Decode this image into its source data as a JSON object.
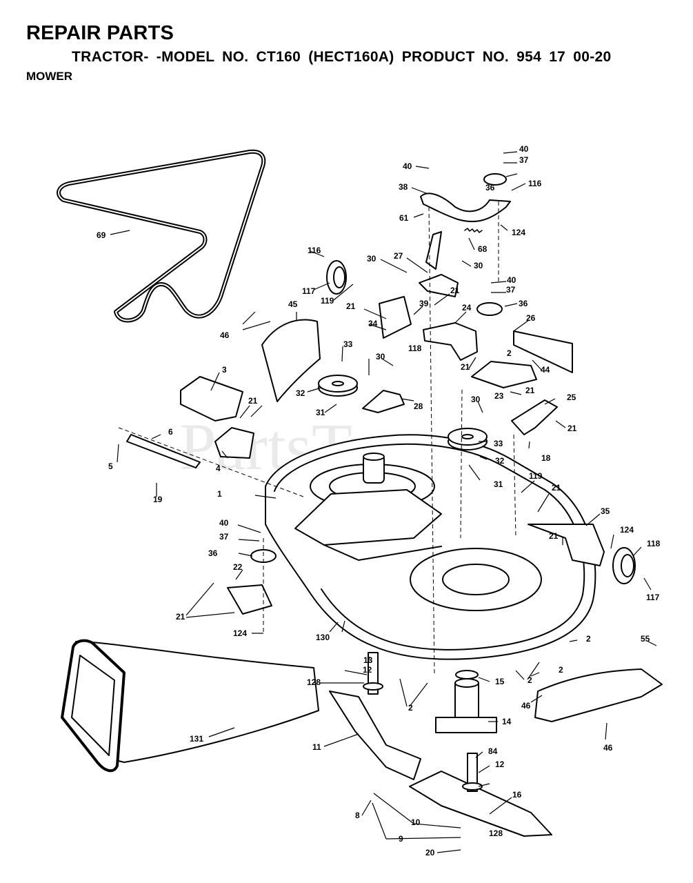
{
  "header": {
    "title": "REPAIR PARTS",
    "subtitle": "TRACTOR- -MODEL NO. CT160 (HECT160A) PRODUCT NO. 954 17 00-20",
    "section": "MOWER"
  },
  "watermark": "PartsTree",
  "callouts": [
    "1",
    "2",
    "2",
    "2",
    "2",
    "2",
    "3",
    "4",
    "5",
    "6",
    "8",
    "9",
    "10",
    "11",
    "12",
    "12",
    "13",
    "14",
    "15",
    "16",
    "18",
    "19",
    "20",
    "21",
    "21",
    "21",
    "21",
    "21",
    "21",
    "21",
    "21",
    "21",
    "22",
    "23",
    "24",
    "25",
    "26",
    "27",
    "28",
    "30",
    "30",
    "30",
    "30",
    "31",
    "31",
    "32",
    "32",
    "33",
    "33",
    "34",
    "35",
    "36",
    "36",
    "36",
    "37",
    "37",
    "37",
    "38",
    "39",
    "40",
    "40",
    "40",
    "40",
    "44",
    "45",
    "46",
    "46",
    "46",
    "55",
    "61",
    "68",
    "69",
    "84",
    "116",
    "116",
    "117",
    "117",
    "118",
    "118",
    "119",
    "119",
    "124",
    "124",
    "124",
    "128",
    "128",
    "130",
    "131"
  ]
}
